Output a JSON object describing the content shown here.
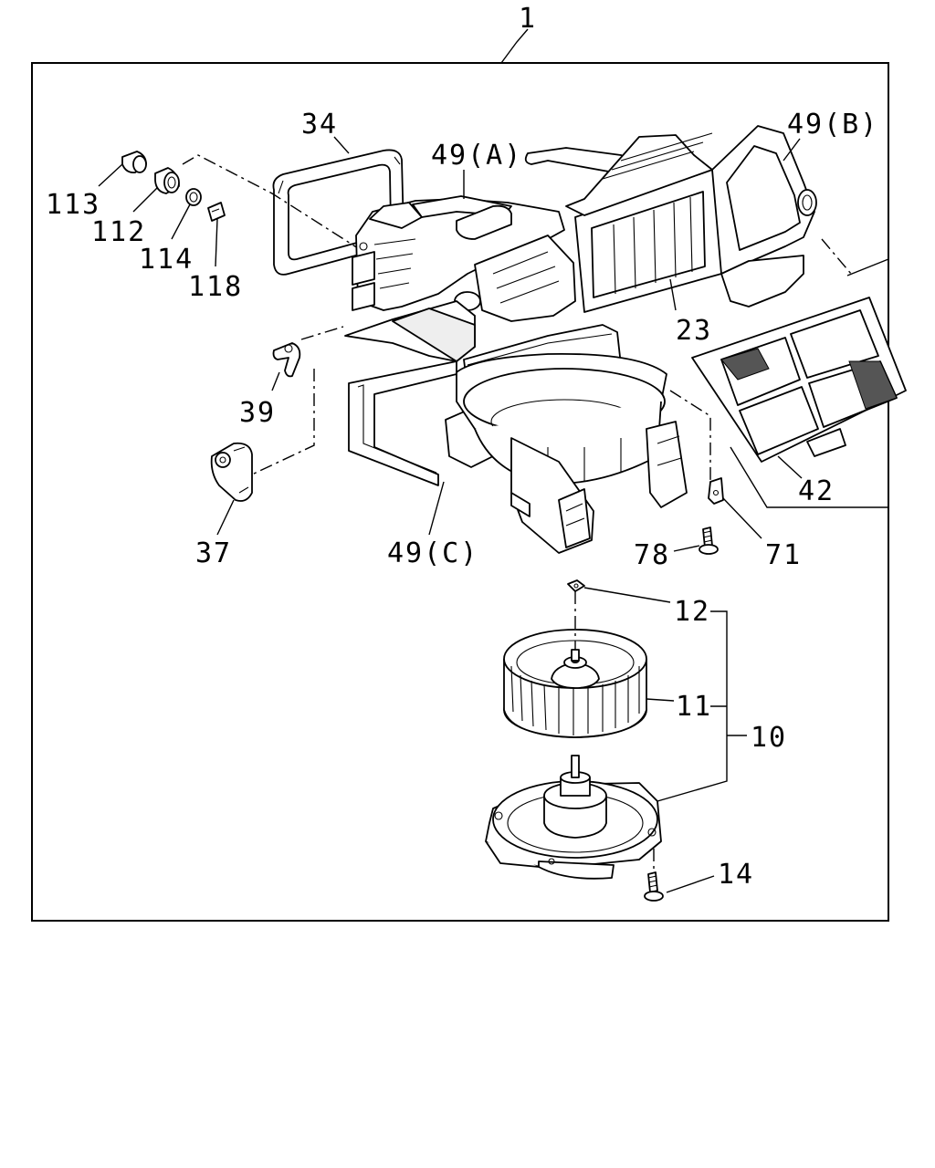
{
  "callouts": {
    "assembly": "1",
    "case_filter_cover": "34",
    "upper_case_a": "49(A)",
    "upper_case_b": "49(B)",
    "lower_case_c": "49(C)",
    "pipe_plug_113": "113",
    "grommet_112": "112",
    "ring_114": "114",
    "clip_118": "118",
    "door_23": "23",
    "lever_39": "39",
    "link_37": "37",
    "filter_42": "42",
    "screw_78": "78",
    "bracket_71": "71",
    "nut_12": "12",
    "fan_11": "11",
    "motor_assy_10": "10",
    "screw_14": "14"
  }
}
